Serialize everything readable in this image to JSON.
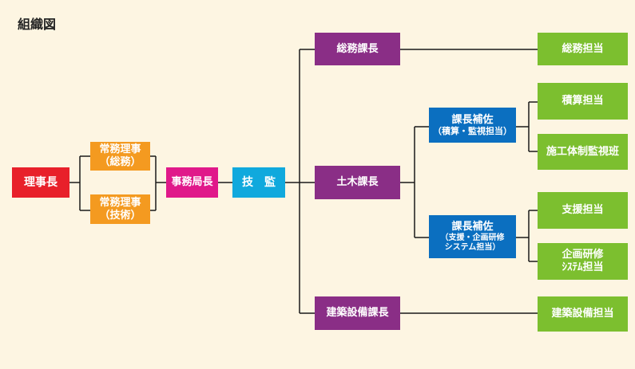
{
  "title": "組織図",
  "nodes": {
    "rijicho": "理事長",
    "jomu_somu": {
      "line1": "常務理事",
      "line2": "（総務）"
    },
    "jomu_gijutsu": {
      "line1": "常務理事",
      "line2": "（技術）"
    },
    "jimukyokucho": "事務局長",
    "gikan": "技　監",
    "somu_kacho": "総務課長",
    "doboku_kacho": "土木課長",
    "kenchiku_kacho": "建築設備課長",
    "hosa1": {
      "line1": "課長補佐",
      "line2": "（積算・監視担当）"
    },
    "hosa2": {
      "line1": "課長補佐",
      "line2": "（支援・企画研修",
      "line3": "システム担当）"
    },
    "somu_tanto": "総務担当",
    "sekisan_tanto": "積算担当",
    "seko_kanshi": "施工体制監視班",
    "shien_tanto": "支援担当",
    "kikaku": {
      "line1": "企画研修",
      "line2": "ｼｽﾃﾑ担当"
    },
    "kenchiku_tanto": "建築設備担当"
  },
  "colors": {
    "background": "#fdf5e2",
    "red": "#e8202a",
    "orange": "#f49a20",
    "pink": "#e0198a",
    "cyan": "#10a9dd",
    "purple": "#8a2e86",
    "blue": "#0b6fc0",
    "green": "#7cbf2f"
  }
}
